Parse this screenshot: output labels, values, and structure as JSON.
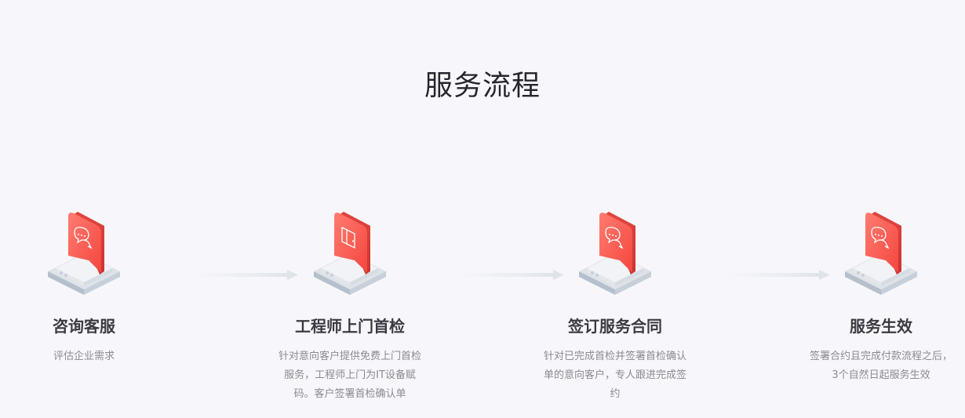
{
  "section": {
    "title": "服务流程"
  },
  "colors": {
    "accent": "#ff5a4f",
    "title": "#26262e",
    "step_title": "#3a3a40",
    "desc": "#8a8a90",
    "background": "#f7f7fb"
  },
  "steps": [
    {
      "icon": "chat-bubble-icon",
      "title": "咨询客服",
      "desc": "评估企业需求"
    },
    {
      "icon": "door-icon",
      "title": "工程师上门首检",
      "desc": "针对意向客户提供免费上门首检服务，工程师上门为IT设备赋码。客户签署首检确认单"
    },
    {
      "icon": "chat-bubble-icon",
      "title": "签订服务合同",
      "desc": "针对已完成首检并签署首检确认单的意向客户，专人跟进完成签约"
    },
    {
      "icon": "chat-bubble-icon",
      "title": "服务生效",
      "desc": "签署合约且完成付款流程之后，3个自然日起服务生效"
    }
  ]
}
